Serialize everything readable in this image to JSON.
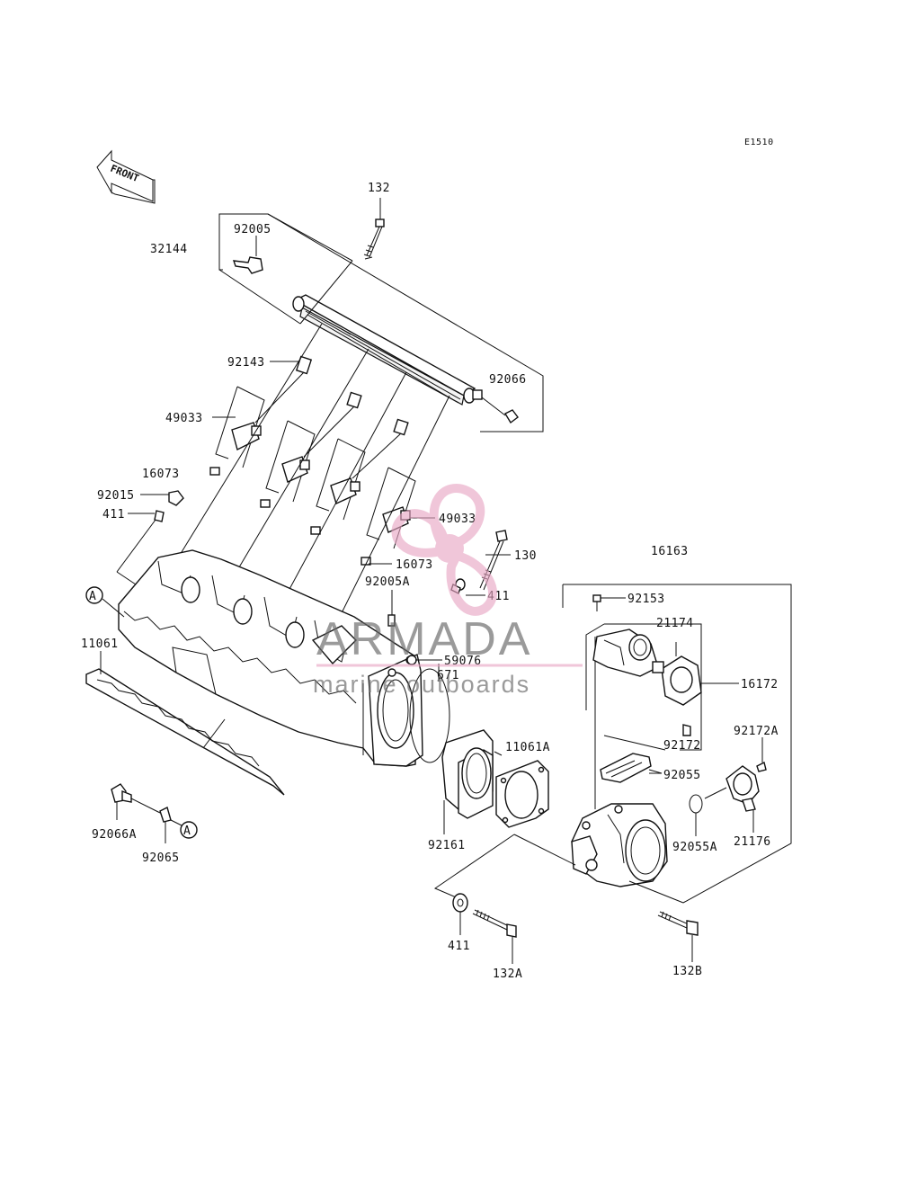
{
  "diagram": {
    "code": "E1510",
    "front_label": "FRONT",
    "ref_marker": "A",
    "part_labels": [
      {
        "key": "p132",
        "text": "132"
      },
      {
        "key": "p92005",
        "text": "92005"
      },
      {
        "key": "p32144",
        "text": "32144"
      },
      {
        "key": "p92143",
        "text": "92143"
      },
      {
        "key": "p92066",
        "text": "92066"
      },
      {
        "key": "p49033a",
        "text": "49033"
      },
      {
        "key": "p16073a",
        "text": "16073"
      },
      {
        "key": "p92015",
        "text": "92015"
      },
      {
        "key": "p411a",
        "text": "411"
      },
      {
        "key": "p49033b",
        "text": "49033"
      },
      {
        "key": "p130",
        "text": "130"
      },
      {
        "key": "p16073b",
        "text": "16073"
      },
      {
        "key": "p92005A",
        "text": "92005A"
      },
      {
        "key": "p411b",
        "text": "411"
      },
      {
        "key": "p16163",
        "text": "16163"
      },
      {
        "key": "p92153",
        "text": "92153"
      },
      {
        "key": "p21174",
        "text": "21174"
      },
      {
        "key": "p16172",
        "text": "16172"
      },
      {
        "key": "p59076",
        "text": "59076"
      },
      {
        "key": "p671",
        "text": "671"
      },
      {
        "key": "p11061",
        "text": "11061"
      },
      {
        "key": "p11061A",
        "text": "11061A"
      },
      {
        "key": "p92172",
        "text": "92172"
      },
      {
        "key": "p92172A",
        "text": "92172A"
      },
      {
        "key": "p92055",
        "text": "92055"
      },
      {
        "key": "p92066A",
        "text": "92066A"
      },
      {
        "key": "p92065",
        "text": "92065"
      },
      {
        "key": "p92161",
        "text": "92161"
      },
      {
        "key": "p92055A",
        "text": "92055A"
      },
      {
        "key": "p21176",
        "text": "21176"
      },
      {
        "key": "p411c",
        "text": "411"
      },
      {
        "key": "p132A",
        "text": "132A"
      },
      {
        "key": "p132B",
        "text": "132B"
      }
    ]
  },
  "watermark": {
    "brand": "ARMADA",
    "tagline": "marine outboards",
    "brand_color": "#e8a6c4",
    "text_color": "#6b6b6b"
  }
}
